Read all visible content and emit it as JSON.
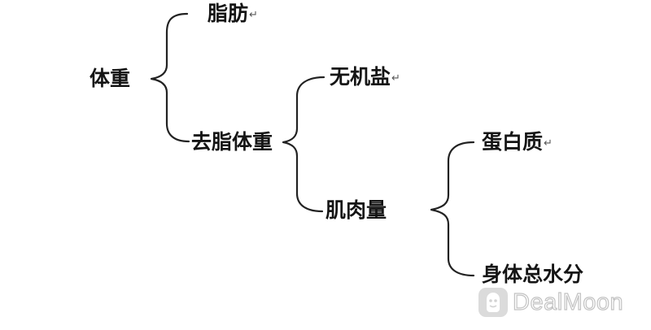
{
  "diagram": {
    "nodes": {
      "body_weight": "体重",
      "fat": "脂肪",
      "lean_mass": "去脂体重",
      "minerals": "无机盐",
      "muscle": "肌肉量",
      "protein": "蛋白质",
      "body_water": "身体总水分"
    },
    "paragraph_mark": "↵"
  },
  "watermark": {
    "text": "DealMoon"
  }
}
